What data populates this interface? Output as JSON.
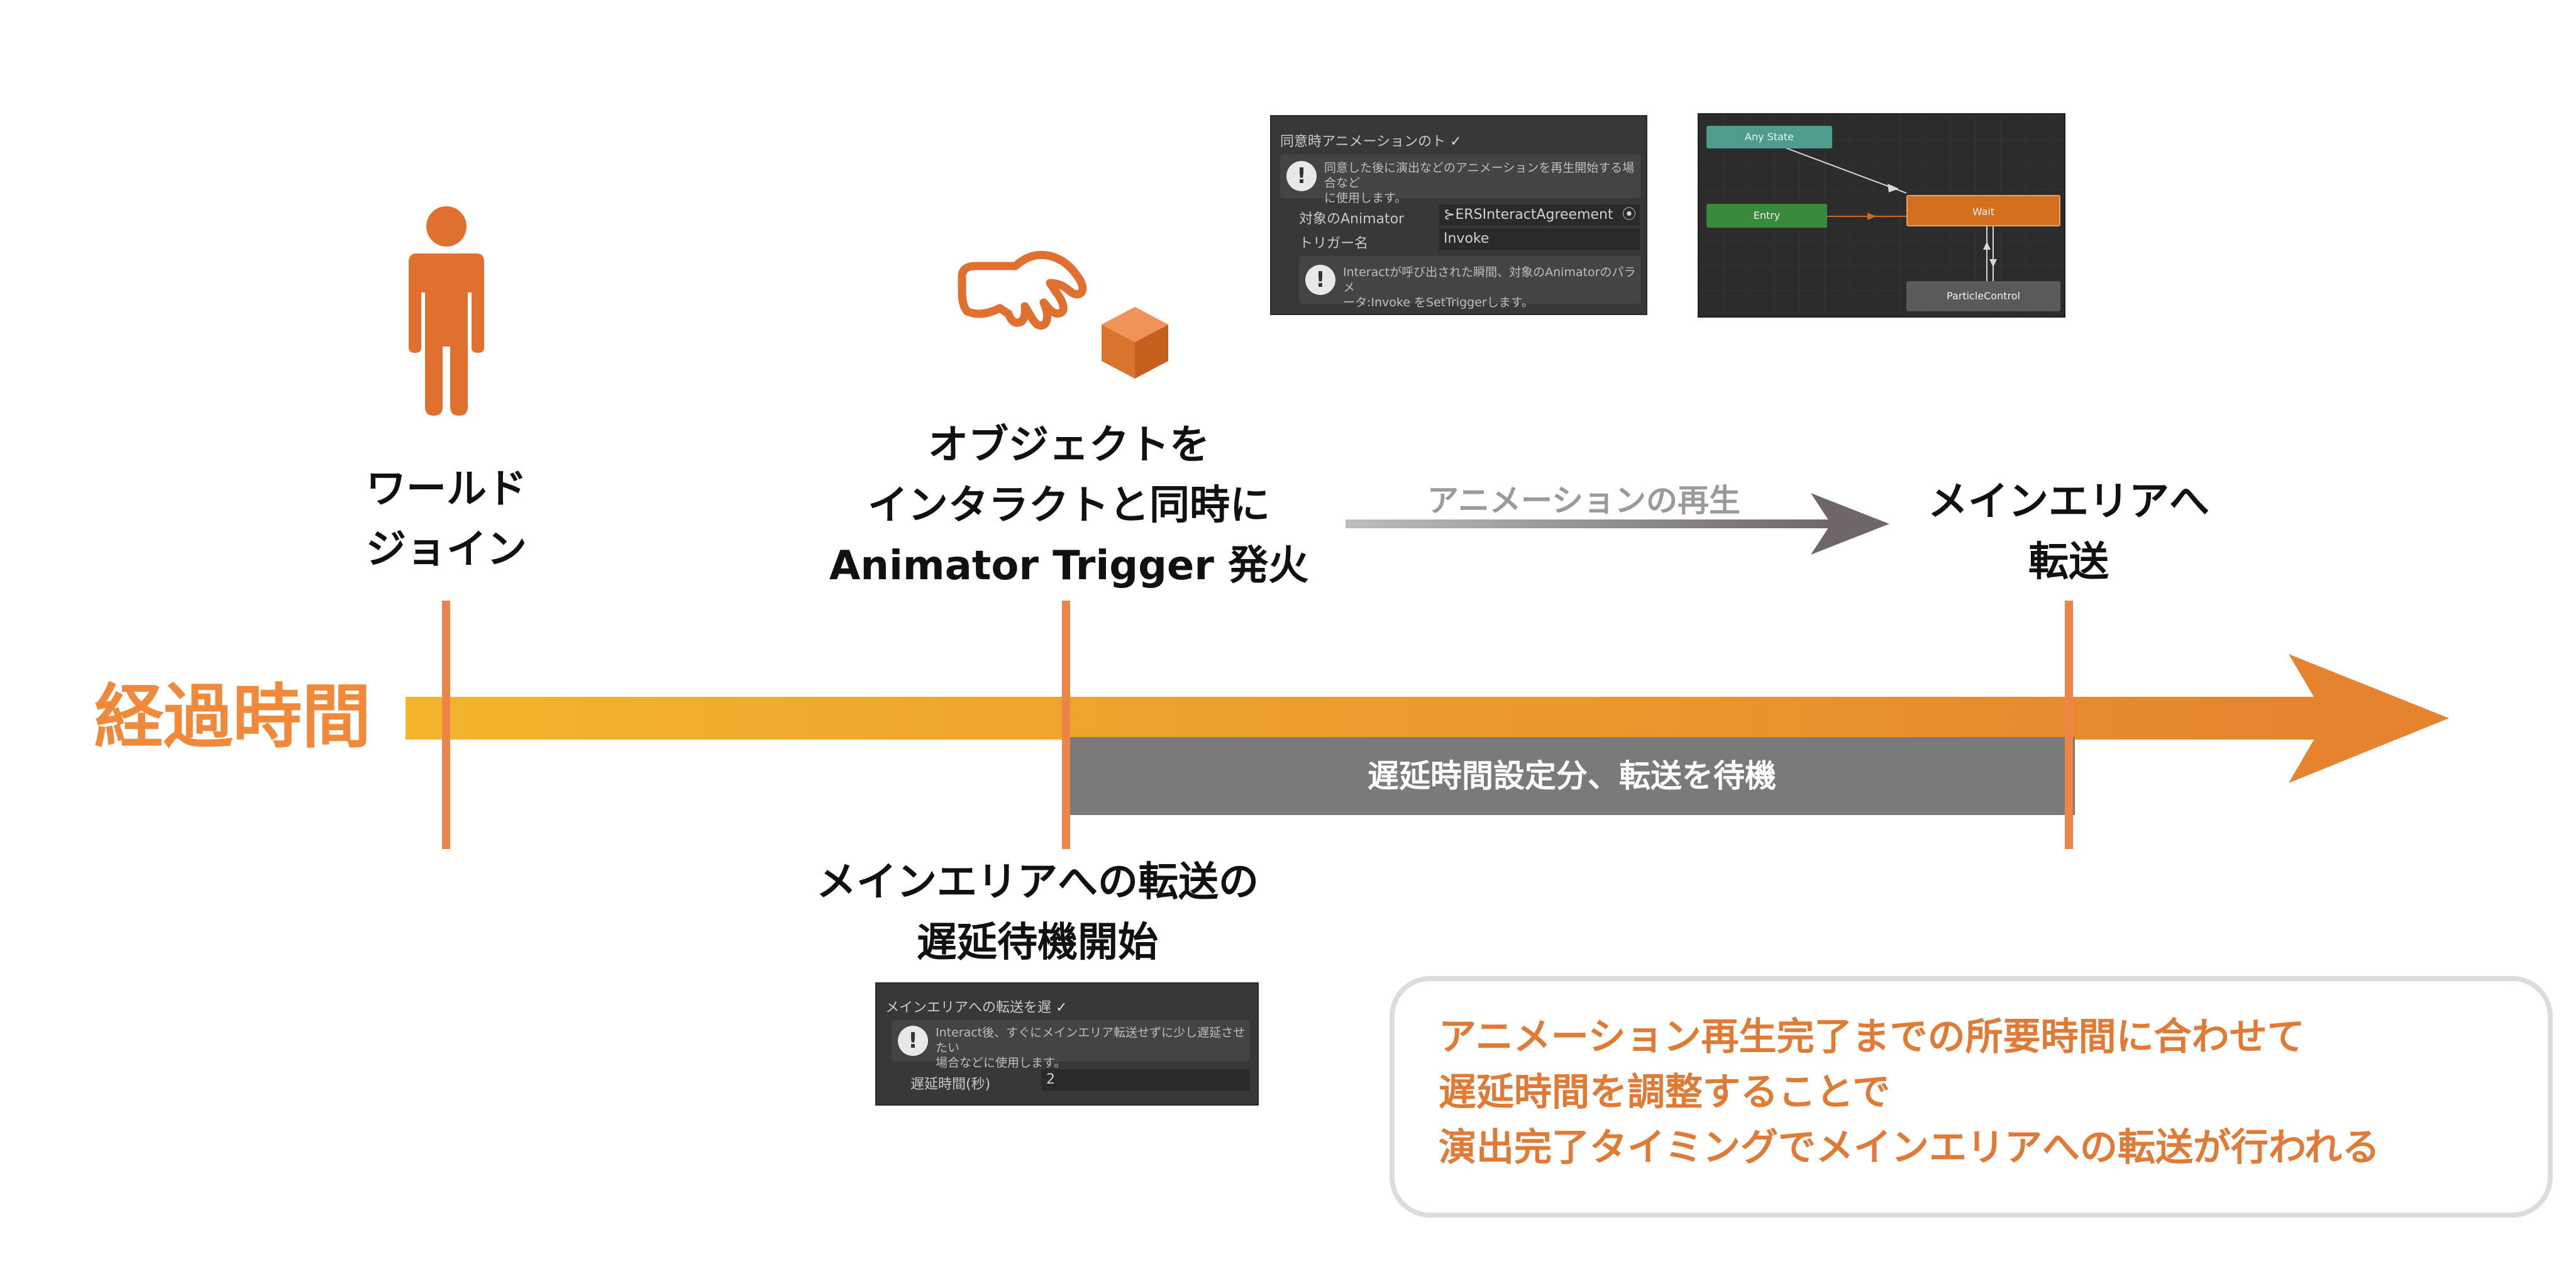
{
  "axis": {
    "label": "経過時間",
    "color": "#f08a3a"
  },
  "events": {
    "world_join": {
      "lines": [
        "ワールド",
        "ジョイン"
      ]
    },
    "interact": {
      "lines": [
        "オブジェクトを",
        "インタラクトと同時に",
        "Animator Trigger 発火"
      ]
    },
    "transfer": {
      "lines": [
        "メインエリアへ",
        "転送"
      ]
    },
    "wait_start": {
      "lines": [
        "メインエリアへの転送の",
        "遅延待機開始"
      ]
    }
  },
  "animation_arrow": {
    "label": "アニメーションの再生"
  },
  "delay_bar": {
    "label": "遅延時間設定分、転送を待機"
  },
  "inspector_animator": {
    "toggle_label": "同意時アニメーションのト",
    "toggle_checked": "✓",
    "help_text": [
      "同意した後に演出などのアニメーションを再生開始する場合など",
      "に使用します。"
    ],
    "target_label": "対象のAnimator",
    "target_value": "ERSInteractAgreement",
    "trigger_label": "トリガー名",
    "trigger_value": "Invoke",
    "help_text2": [
      "Interactが呼び出された瞬間、対象のAnimatorのパラメ",
      "ータ:Invoke をSetTriggerします。"
    ]
  },
  "inspector_delay": {
    "toggle_label": "メインエリアへの転送を遅",
    "toggle_checked": "✓",
    "help_text": [
      "Interact後、すぐにメインエリア転送せずに少し遅延させたい",
      "場合などに使用します。"
    ],
    "delay_label": "遅延時間(秒)",
    "delay_value": "2"
  },
  "animator_graph": {
    "any_state": "Any State",
    "entry": "Entry",
    "wait": "Wait",
    "particle": "ParticleControl"
  },
  "note": {
    "lines": [
      "アニメーション再生完了までの所要時間に合わせて",
      "遅延時間を調整することで",
      "演出完了タイミングでメインエリアへの転送が行われる"
    ]
  },
  "icons": {
    "person": "person-icon",
    "hand": "grab-hand-icon",
    "cube": "cube-icon"
  }
}
